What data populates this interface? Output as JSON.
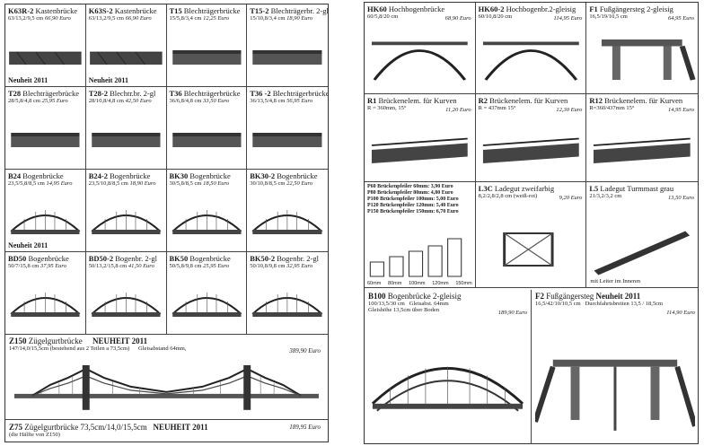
{
  "left": {
    "cells": [
      {
        "code": "K63R-2",
        "name": "Kastenbrücke",
        "dims": "63/13,2/9,5 cm",
        "price": "66,90 Euro",
        "badge": "Neuheit 2011"
      },
      {
        "code": "K63S-2",
        "name": "Kastenbrücke",
        "dims": "63/13,2/9,5 cm",
        "price": "66,90 Euro",
        "badge": "Neuheit 2011"
      },
      {
        "code": "T15",
        "name": "Blechträgerbrücke",
        "dims": "15/5,8/3,4 cm",
        "price": "12,25 Euro",
        "badge": ""
      },
      {
        "code": "T15-2",
        "name": "Blechträgerbr. 2-gl",
        "dims": "15/10,8/3,4 cm",
        "price": "18,90 Euro",
        "badge": ""
      },
      {
        "code": "T28",
        "name": "Blechträgerbrücke",
        "dims": "28/5,8/4,8 cm",
        "price": "25,95 Euro",
        "badge": ""
      },
      {
        "code": "T28-2",
        "name": "Blechtr.br. 2-gl",
        "dims": "28/10,8/4,8 cm",
        "price": "42,50 Euro",
        "badge": ""
      },
      {
        "code": "T36",
        "name": "Blechträgerbrücke",
        "dims": "36/6,8/4,8 cm",
        "price": "33,50 Euro",
        "badge": ""
      },
      {
        "code": "T36 -2",
        "name": "Blechträgerbrücke",
        "dims": "36/13,5/4,8 cm",
        "price": "56,95 Euro",
        "badge": ""
      },
      {
        "code": "B24",
        "name": "Bogenbrücke",
        "dims": "23,5/5,8/8,5 cm",
        "price": "14,95 Euro",
        "badge": "Neuheit 2011"
      },
      {
        "code": "B24-2",
        "name": "Bogenbrücke",
        "dims": "23,5/10,8/8,5 cm",
        "price": "18,90 Euro",
        "badge": ""
      },
      {
        "code": "BK30",
        "name": "Bogenbrücke",
        "dims": "30/5,8/8,5 cm",
        "price": "18,50 Euro",
        "badge": ""
      },
      {
        "code": "BK30-2",
        "name": "Bogenbrücke",
        "dims": "30/10,8/8,5 cm",
        "price": "22,50 Euro",
        "badge": ""
      },
      {
        "code": "BD50",
        "name": "Bogenbrücke",
        "dims": "50/7/15,8 cm",
        "price": "37,95 Euro",
        "badge": ""
      },
      {
        "code": "BD50-2",
        "name": "Bogenbr. 2-gl",
        "dims": "50/13,2/15,8 cm",
        "price": "41,50 Euro",
        "badge": ""
      },
      {
        "code": "BK50",
        "name": "Bogenbrücke",
        "dims": "50/5,8/9,8 cm",
        "price": "25,95 Euro",
        "badge": ""
      },
      {
        "code": "BK50-2",
        "name": "Bogenbr. 2-gl",
        "dims": "50/10,8/9,8 cm",
        "price": "32,95 Euro",
        "badge": ""
      }
    ],
    "z150": {
      "code": "Z150",
      "name": "Zügelgurtbrücke",
      "badge": "NEUHEIT 2011",
      "dims": "147/14,0/15,5cm",
      "note": "(bestehend aus 2 Teilen a 73,5cm)",
      "gauge": "Gleisabstand 64mm,",
      "price": "389,90 Euro"
    },
    "z75": {
      "code": "Z75",
      "name": "Zügelgurtbrücke",
      "dims": "73,5cm/14,0/15,5cm",
      "badge": "NEUHEIT 2011",
      "note": "(die Hälfte von Z150)",
      "price": "189,95 Euro"
    }
  },
  "right": {
    "cells": [
      {
        "code": "HK60",
        "name": "Hochbogenbrücke",
        "dims": "60/5,8/20 cm",
        "price": "68,90 Euro"
      },
      {
        "code": "HK60-2",
        "name": "Hochbogenbr.2-gleisig",
        "dims": "60/10,8/20 cm",
        "price": "114,95 Euro"
      },
      {
        "code": "F1",
        "name": "Fußgängersteg 2-gleisig",
        "dims": "16,5/19/10,5 cm",
        "price": "64,95 Euro"
      },
      {
        "code": "R1",
        "name": "Brückenelem. für Kurven",
        "dims": "R = 360mm, 15°",
        "price": "11,20 Euro"
      },
      {
        "code": "R2",
        "name": "Brückenelem. für Kurven",
        "dims": "R = 437mm 15°",
        "price": "12,30 Euro"
      },
      {
        "code": "R12",
        "name": "Brückenelem. für Kurven",
        "dims": "R=360/437mm 15°",
        "price": "14,95 Euro"
      }
    ],
    "pf": {
      "lines": [
        "P60 Brückenpfeiler 60mm: 3,90 Euro",
        "P80 Brückenpfeiler 80mm: 4,80 Euro",
        "P100 Brückenpfeiler 100mm: 5,00 Euro",
        "P120 Brückenpfeiler 120mm: 5,40 Euro",
        "P150 Brückenpfeiler 150mm: 6,70 Euro"
      ],
      "labels": [
        "60mm",
        "80mm",
        "100mm",
        "120mm",
        "150mm"
      ]
    },
    "l3c": {
      "code": "L3C",
      "name": "Ladegut zweifarbig",
      "dims": "8,2/2,8/2,8 cm (weiß-rot)",
      "price": "9,20 Euro"
    },
    "l5": {
      "code": "L5",
      "name": "Ladegut Turmmast grau",
      "dims": "21/3,2/3,2 cm",
      "price": "13,50 Euro",
      "note": "mit Leiter im Inneren"
    },
    "b100": {
      "code": "B100",
      "name": "Bogenbrücke 2-gleisig",
      "dims": "100/13,5/30 cm",
      "gauge": "Gleisabst. 64mm",
      "extra": "Gleishöhe 13,5cm über Boden",
      "price": "189,90 Euro"
    },
    "f2": {
      "code": "F2",
      "name": "Fußgängersteg",
      "badge": "Neuheit 2011",
      "dims": "16,5/42/10/10,5 cm",
      "extra": "Durchfahrtsbreiten 13,5 / 18,5cm",
      "price": "114,90 Euro"
    }
  }
}
